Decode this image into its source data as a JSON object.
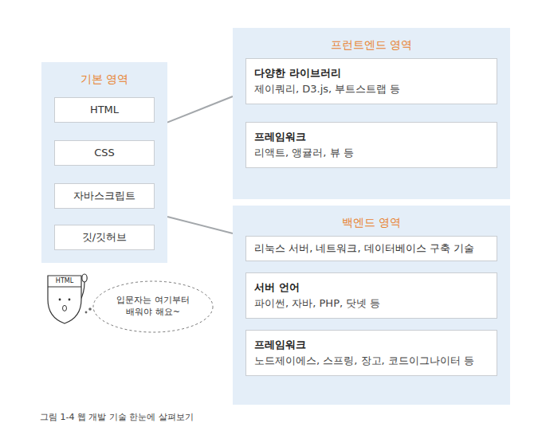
{
  "diagram": {
    "caption": "그림 1-4 웹 개발 기술 한눈에 살펴보기",
    "nodes": [
      {
        "text": [
          "기본 영역"
        ]
      },
      {
        "text": [
          "HTML"
        ],
        "in": 0
      },
      {
        "text": [
          "CSS"
        ],
        "in": 0
      },
      {
        "text": [
          "자바스크립트"
        ],
        "in": 0
      },
      {
        "text": [
          "깃/깃허브"
        ],
        "in": 0
      },
      {
        "text": [
          "프런트엔드 영역"
        ]
      },
      {
        "text": [
          "다양한 라이브러리",
          "제이쿼리, D3.js, 부트스트랩 등"
        ],
        "in": 5
      },
      {
        "text": [
          "프레임워크",
          "리액트, 앵귤러, 뷰 등"
        ],
        "in": 5
      },
      {
        "text": [
          "백엔드 영역"
        ]
      },
      {
        "text": [
          "리눅스 서버, 네트워크, 데이터베이스 구축 기술"
        ],
        "in": 8
      },
      {
        "text": [
          "서버 언어",
          "파이썬, 자바, PHP, 닷넷 등"
        ],
        "in": 8
      },
      {
        "text": [
          "프레임워크",
          "노드제이에스, 스프링, 장고, 코드이그나이터 등"
        ],
        "in": 8
      },
      {
        "text": [
          "HTML"
        ]
      },
      {
        "text": [
          "입문자는 여기부터 배워야 해요~"
        ]
      }
    ],
    "edges": [
      {
        "from": 0,
        "to": 5,
        "arrow": "none"
      },
      {
        "from": 0,
        "to": 8,
        "arrow": "none"
      },
      {
        "from": 1,
        "to": 2,
        "arrow": "none"
      },
      {
        "from": 2,
        "to": 3,
        "arrow": "none"
      },
      {
        "from": 3,
        "to": 4,
        "arrow": "none"
      },
      {
        "from": 6,
        "to": 7,
        "arrow": "none"
      },
      {
        "from": 9,
        "to": 10,
        "arrow": "none"
      },
      {
        "from": 10,
        "to": 11,
        "arrow": "none"
      }
    ]
  }
}
